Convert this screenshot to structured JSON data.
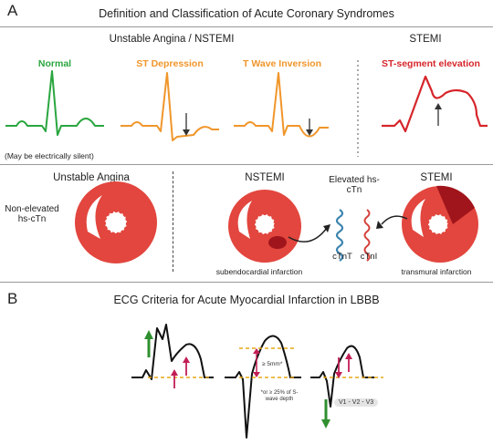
{
  "panel_a": {
    "label": "A",
    "title": "Definition and Classification of Acute Coronary Syndromes",
    "group_left": "Unstable Angina / NSTEMI",
    "group_right": "STEMI",
    "ecg_labels": {
      "normal": "Normal",
      "st_depression": "ST Depression",
      "t_wave_inversion": "T Wave Inversion",
      "st_elevation": "ST-segment elevation"
    },
    "normal_note": "(May be electrically silent)",
    "unstable_angina": "Unstable Angina",
    "non_elevated": "Non-elevated hs-cTn",
    "nstemi": "NSTEMI",
    "stemi": "STEMI",
    "elevated": "Elevated hs-cTn",
    "ctnt": "cTnT",
    "ctni": "cTnI",
    "subendocardial": "subendocardial infarction",
    "transmural": "transmural infarction"
  },
  "panel_b": {
    "label": "B",
    "title": "ECG Criteria for Acute Myocardial Infarction in LBBB",
    "measure_1": "≥ 5mm*",
    "footnote": "*or ≥ 25% of S-wave depth",
    "leads": "V1 - V2 - V3"
  },
  "colors": {
    "normal": "#2aa63f",
    "st_depression": "#f0962b",
    "t_wave_inversion": "#f0962b",
    "st_elevation": "#d6262b",
    "heart": "#e2463e",
    "infarct": "#a0151b",
    "ctnt": "#3d85b0",
    "ctni": "#d4413a",
    "up_arrow": "#2f8f2f",
    "pink_arrow": "#c21e56",
    "threshold": "#e6a817"
  }
}
